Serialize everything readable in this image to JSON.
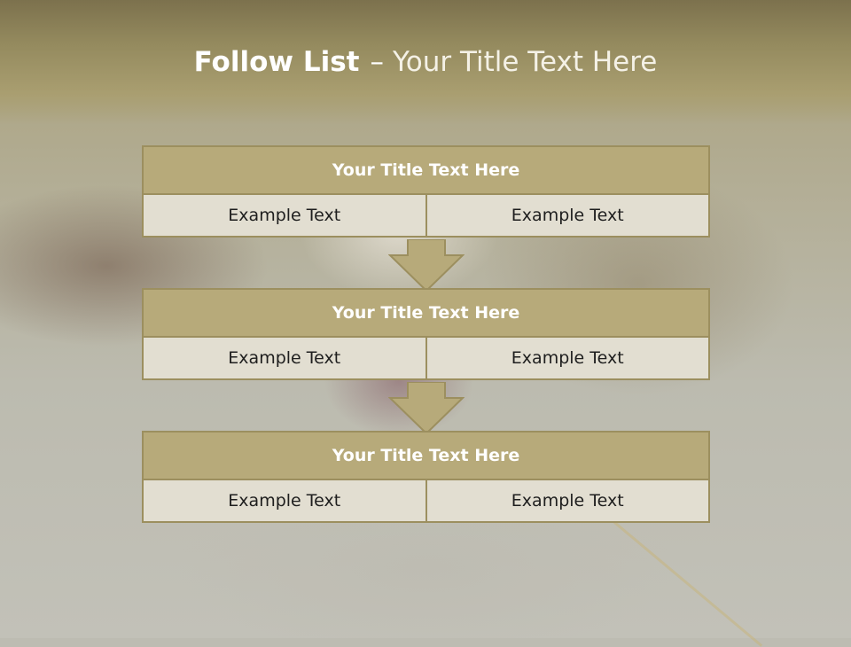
{
  "slide": {
    "title_bold": "Follow List",
    "title_dash": "–",
    "title_rest": "Your Title Text Here"
  },
  "blocks": [
    {
      "title": "Your Title Text Here",
      "left": "Example Text",
      "right": "Example Text"
    },
    {
      "title": "Your Title Text Here",
      "left": "Example Text",
      "right": "Example Text"
    },
    {
      "title": "Your Title Text Here",
      "left": "Example Text",
      "right": "Example Text"
    }
  ],
  "colors": {
    "title_fill": "#b7aa7a",
    "cell_fill": "#e2ded1",
    "border": "#9c8f5f",
    "arrow_fill": "#b7aa7a"
  }
}
